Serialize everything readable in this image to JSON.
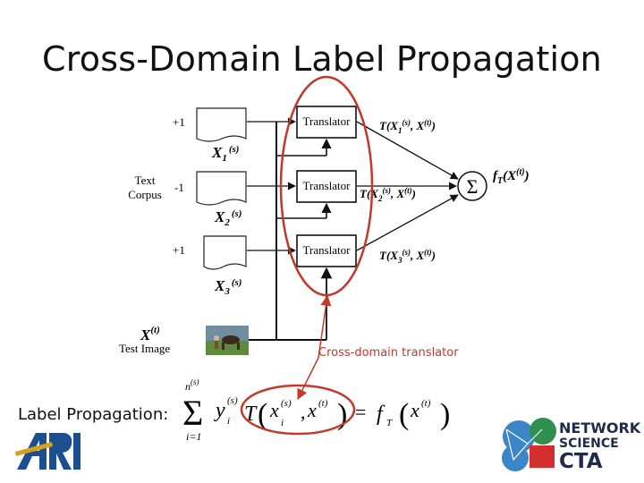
{
  "title": "Cross-Domain Label Propagation",
  "labels": [
    "+1",
    "-1",
    "+1"
  ],
  "docs": [
    {
      "base": "X",
      "sub": "1",
      "sup": "(s)"
    },
    {
      "base": "X",
      "sub": "2",
      "sup": "(s)"
    },
    {
      "base": "X",
      "sub": "3",
      "sup": "(s)"
    }
  ],
  "corpus_label_line1": "Text",
  "corpus_label_line2": "Corpus",
  "translator_label": "Translator",
  "translator_outputs": [
    {
      "pre": "T(X",
      "sub": "1",
      "sup": "(s)",
      "post": ", X",
      "post_sup": "(t)",
      "end": ")"
    },
    {
      "pre": "T(X",
      "sub": "2",
      "sup": "(s)",
      "post": ", X",
      "post_sup": "(t)",
      "end": ")"
    },
    {
      "pre": "T(X",
      "sub": "3",
      "sup": "(s)",
      "post": ", X",
      "post_sup": "(t)",
      "end": ")"
    }
  ],
  "sum_symbol": "Σ",
  "output": {
    "pre": "f",
    "sub": "T",
    "mid": "(X",
    "sup": "(t)",
    "end": ")"
  },
  "test_image": {
    "base": "X",
    "sup": "(t)",
    "caption": "Test Image"
  },
  "annotation": "Cross-domain translator",
  "annotation_color": "#c0392b",
  "formula_label": "Label Propagation:",
  "formula": {
    "sum_top": "n",
    "sum_top_sup": "(s)",
    "sum_bottom": "i=1",
    "sum_symbol": "Σ",
    "y": "y",
    "y_sub": "i",
    "y_sup": "(s)",
    "T": "T",
    "x1": "x",
    "x1_sub": "i",
    "x1_sup": "(s)",
    "comma": ",",
    "x2": "x",
    "x2_sup": "(t)",
    "equals": "=",
    "f": "f",
    "f_sub": "T",
    "x3": "x",
    "x3_sup": "(t)"
  },
  "logo_left": "ARL",
  "logo_right": {
    "line1": "NETWORK",
    "line2": "SCIENCE",
    "line3": "CTA"
  }
}
